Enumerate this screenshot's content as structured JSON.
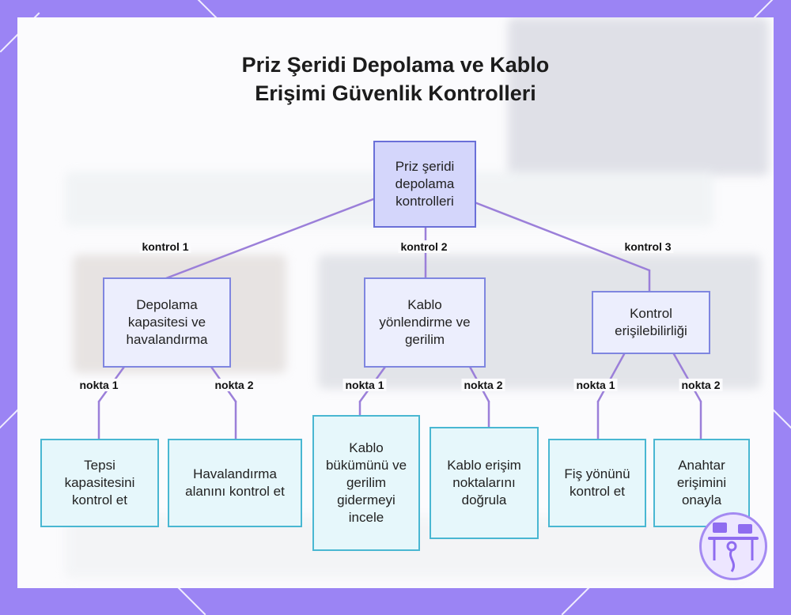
{
  "title_line1": "Priz Şeridi Depolama ve Kablo",
  "title_line2": "Erişimi Güvenlik Kontrolleri",
  "root": {
    "label": "Priz şeridi depolama kontrolleri"
  },
  "branches": [
    {
      "edge_label": "kontrol 1",
      "label": "Depolama kapasitesi ve havalandırma",
      "children": [
        {
          "edge_label": "nokta 1",
          "label": "Tepsi kapasitesini kontrol et"
        },
        {
          "edge_label": "nokta 2",
          "label": "Havalandırma alanını kontrol et"
        }
      ]
    },
    {
      "edge_label": "kontrol 2",
      "label": "Kablo yönlendirme ve gerilim",
      "children": [
        {
          "edge_label": "nokta 1",
          "label": "Kablo bükümünü ve gerilim gidermeyi incele"
        },
        {
          "edge_label": "nokta 2",
          "label": "Kablo erişim noktalarını doğrula"
        }
      ]
    },
    {
      "edge_label": "kontrol 3",
      "label": "Kontrol erişilebilirliği",
      "children": [
        {
          "edge_label": "nokta 1",
          "label": "Fiş yönünü kontrol et"
        },
        {
          "edge_label": "nokta 2",
          "label": "Anahtar erişimini onayla"
        }
      ]
    }
  ],
  "colors": {
    "edge": "#9b7fd9",
    "root_fill": "#d4d6fb",
    "mid_fill": "#eceefd",
    "leaf_fill": "#e6f7fb",
    "leaf_border": "#49b7d2",
    "frame": "#9b84f4"
  },
  "logo_icon": "workspace-desk-icon"
}
